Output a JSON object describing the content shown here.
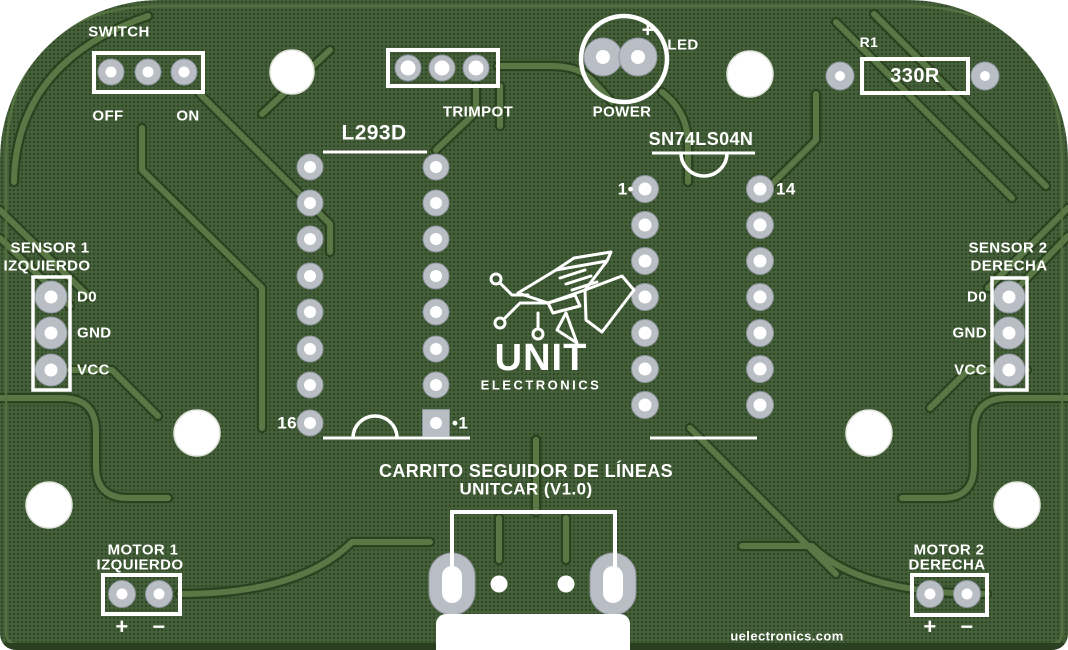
{
  "board": {
    "switch": {
      "label": "SWITCH",
      "off": "OFF",
      "on": "ON"
    },
    "trimpot": {
      "label": "TRIMPOT"
    },
    "power_led": {
      "plus": "+",
      "led_label": "LED",
      "power_label": "POWER"
    },
    "r1": {
      "ref": "R1",
      "value": "330R"
    },
    "sensor1": {
      "name": "SENSOR 1",
      "position": "IZQUIERDO",
      "pins": [
        "D0",
        "GND",
        "VCC"
      ]
    },
    "sensor2": {
      "name": "SENSOR 2",
      "position": "DERECHA",
      "pins": [
        "D0",
        "GND",
        "VCC"
      ]
    },
    "ic1": {
      "label": "L293D",
      "pin16": "16",
      "pin1": "•1"
    },
    "ic2": {
      "label": "SN74LS04N",
      "pin1": "1•",
      "pin14": "14"
    },
    "logo": {
      "brand": "UNIT",
      "sub": "ELECTRONICS",
      "icon": "drone-circuit-icon"
    },
    "title": {
      "line1": "CARRITO SEGUIDOR DE LÍNEAS",
      "line2": "UNITCAR (V1.0)"
    },
    "motor1": {
      "name": "MOTOR 1",
      "position": "IZQUIERDO",
      "plus": "+",
      "minus": "−"
    },
    "motor2": {
      "name": "MOTOR 2",
      "position": "DERECHA",
      "plus": "+",
      "minus": "−"
    },
    "website": "uelectronics.com"
  },
  "colors": {
    "board_green": "#46613A",
    "silkscreen_white": "#FFFFFF",
    "pad_silver": "#B9BEC4",
    "trace_light": "#5A7845",
    "trace_dark": "#2B4220"
  }
}
